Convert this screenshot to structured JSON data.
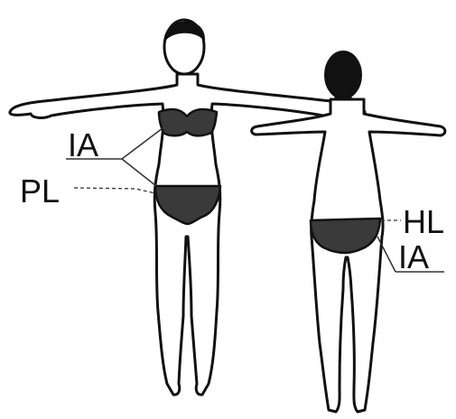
{
  "labels": {
    "front_ia": "IA",
    "front_pl": "PL",
    "back_hl": "HL",
    "back_ia": "IA"
  },
  "colors": {
    "outline": "#111111",
    "garment": "#3a3a3a",
    "background": "#ffffff"
  }
}
